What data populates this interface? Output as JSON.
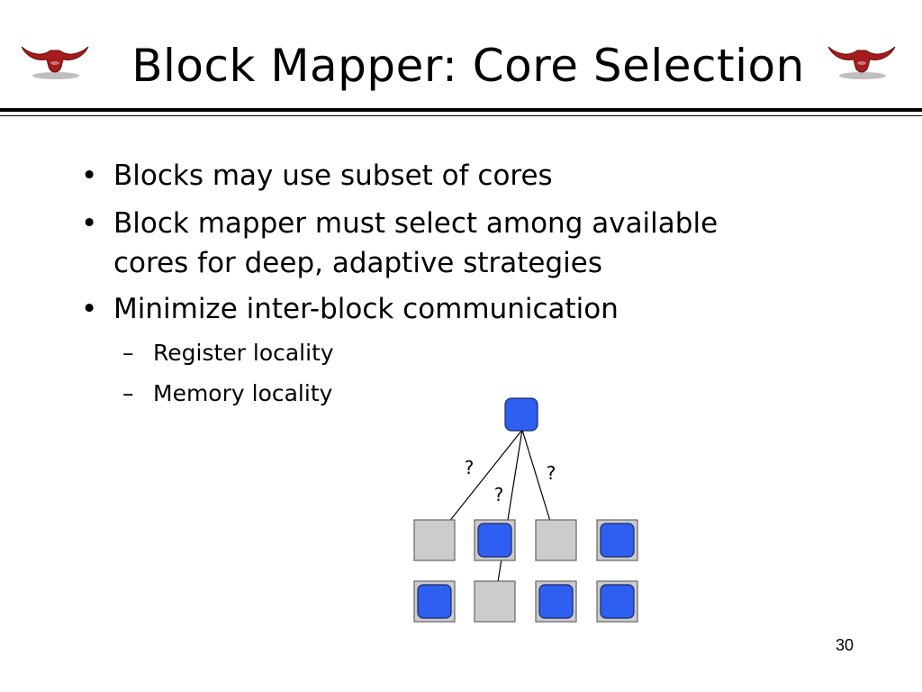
{
  "slide": {
    "title": "Block Mapper: Core Selection",
    "bullets": [
      {
        "lines": [
          "Blocks may use subset of cores"
        ]
      },
      {
        "lines": [
          "Block mapper must select among available",
          "cores for deep, adaptive strategies"
        ]
      },
      {
        "lines": [
          "Minimize inter-block communication"
        ],
        "subitems": [
          "Register locality",
          "Memory locality"
        ]
      }
    ],
    "page_number": "30"
  },
  "diagram": {
    "arrow_label": "?",
    "core_rows": [
      [
        false,
        true,
        false,
        true
      ],
      [
        true,
        false,
        true,
        true
      ]
    ],
    "arrow_targets": [
      "row0-core0",
      "row1-core1",
      "row0-core2"
    ]
  },
  "colors": {
    "block_fill": "#2e5ff0",
    "block_stroke": "#1a2a66",
    "core_fill": "#cccccc",
    "core_stroke": "#666666",
    "logo_color": "#a51c1c"
  },
  "icons": {
    "logo": "longhorn-icon",
    "bullet": "bullet-dot",
    "subbullet": "en-dash"
  }
}
